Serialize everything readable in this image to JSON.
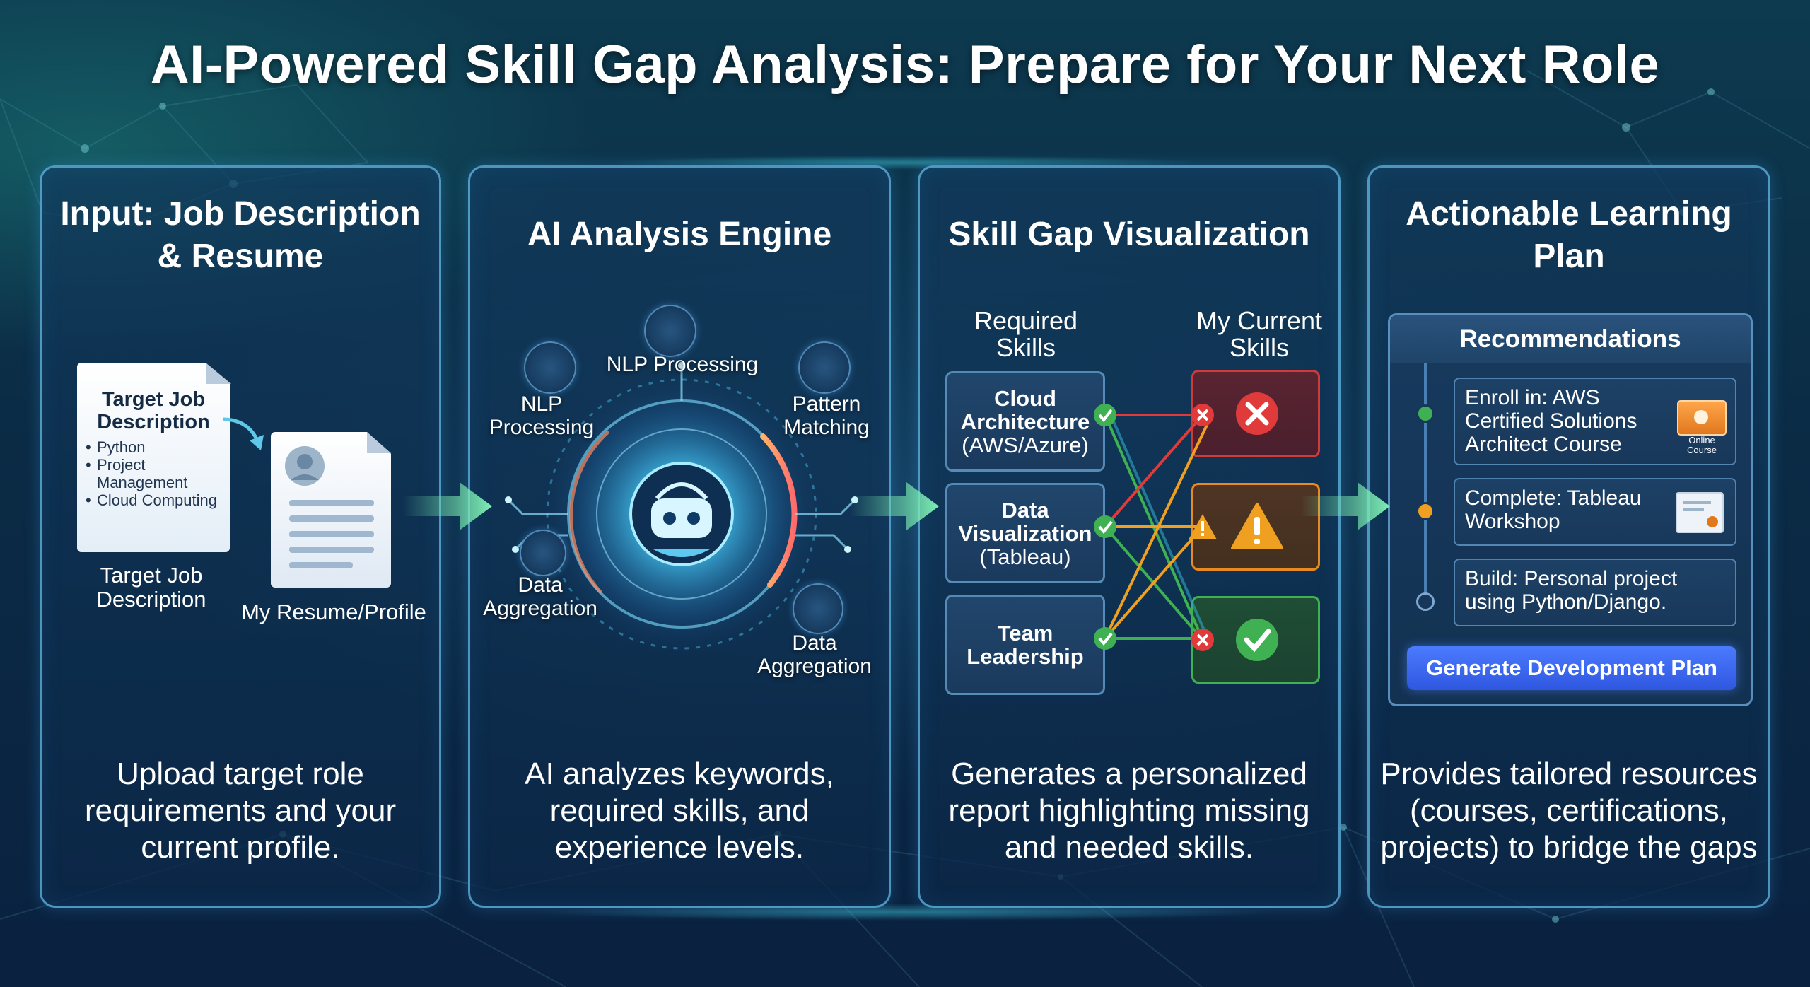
{
  "title": "AI-Powered Skill Gap Analysis: Prepare for Your Next Role",
  "colors": {
    "accent_green": "#6fe0a8",
    "panel_border": "#64b9e6",
    "missing": "#e03a3a",
    "partial": "#f0a020",
    "have": "#3fb152",
    "button": "#3c66f0"
  },
  "panels": {
    "input": {
      "heading": "Input: Job Description & Resume",
      "job_doc": {
        "title": "Target Job Description",
        "items": [
          "Python",
          "Project Management",
          "Cloud Computing"
        ],
        "caption": "Target Job Description"
      },
      "resume_caption": "My Resume/Profile",
      "footer": "Upload target role requirements and your current profile."
    },
    "engine": {
      "heading": "AI Analysis Engine",
      "labels": {
        "top": "NLP Processing",
        "upper_left": "NLP Processing",
        "upper_right": "Pattern Matching",
        "lower_left": "Data Aggregation",
        "lower_right": "Data Aggregation"
      },
      "icons": [
        "brain-icon",
        "network-icon",
        "pattern-icon",
        "gear-icon",
        "robot-icon"
      ],
      "footer": "AI analyzes keywords, required skills, and experience levels."
    },
    "visualization": {
      "heading": "Skill Gap Visualization",
      "col_required": "Required Skills",
      "col_current": "My Current Skills",
      "skills": [
        {
          "name": "Cloud Architecture",
          "detail": "(AWS/Azure)",
          "status": "missing"
        },
        {
          "name": "Data Visualization",
          "detail": "(Tableau)",
          "status": "partial"
        },
        {
          "name": "Team Leadership",
          "detail": "",
          "status": "have"
        }
      ],
      "footer": "Generates a personalized report highlighting missing and needed skills."
    },
    "plan": {
      "heading": "Actionable Learning Plan",
      "recommendations_title": "Recommendations",
      "items": [
        {
          "text": "Enroll in: AWS Certified Solutions Architect Course",
          "badge": "Online Course",
          "icon": "video-course-icon"
        },
        {
          "text": "Complete: Tableau Workshop",
          "icon": "certificate-icon"
        },
        {
          "text": "Build: Personal project using Python/Django."
        }
      ],
      "button_label": "Generate Development Plan",
      "footer": "Provides tailored resources (courses, certifications, projects) to bridge the gaps"
    }
  }
}
